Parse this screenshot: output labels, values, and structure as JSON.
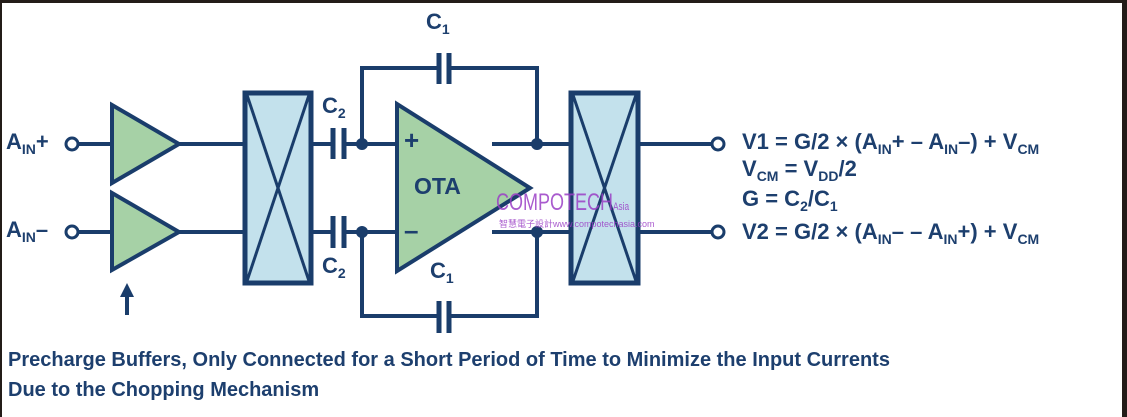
{
  "inputs": {
    "ain_plus": {
      "main": "A",
      "sub": "IN",
      "suffix": "+"
    },
    "ain_minus": {
      "main": "A",
      "sub": "IN",
      "suffix": "–"
    }
  },
  "components": {
    "ota_label": "OTA",
    "ota_plus": "+",
    "ota_minus": "–",
    "c1_top": {
      "main": "C",
      "sub": "1"
    },
    "c1_bottom": {
      "main": "C",
      "sub": "1"
    },
    "c2_top": {
      "main": "C",
      "sub": "2"
    },
    "c2_bottom": {
      "main": "C",
      "sub": "2"
    }
  },
  "equations": {
    "v1": [
      "V1 = G/2 × (A",
      "IN",
      "+ – A",
      "IN",
      "–) + V",
      "CM"
    ],
    "vcm": [
      "V",
      "CM",
      " = V",
      "DD",
      "/2"
    ],
    "g": [
      "G = C",
      "2",
      "/C",
      "1"
    ],
    "v2": [
      "V2 = G/2 × (A",
      "IN",
      "– – A",
      "IN",
      "+) + V",
      "CM"
    ]
  },
  "caption": {
    "line1": "Precharge Buffers, Only Connected for a Short Period of Time to Minimize the Input Currents",
    "line2": "Due to the Chopping Mechanism"
  },
  "watermark": {
    "brand": "COMPOTECH",
    "suffix": "Asia",
    "tagline": "智慧電子設計www.compotechasia.com"
  },
  "colors": {
    "line": "#1a3d6b",
    "buffer": "#a6d1a6",
    "chopper": "#c3e1ec",
    "watermark": "#9b3fc6"
  }
}
